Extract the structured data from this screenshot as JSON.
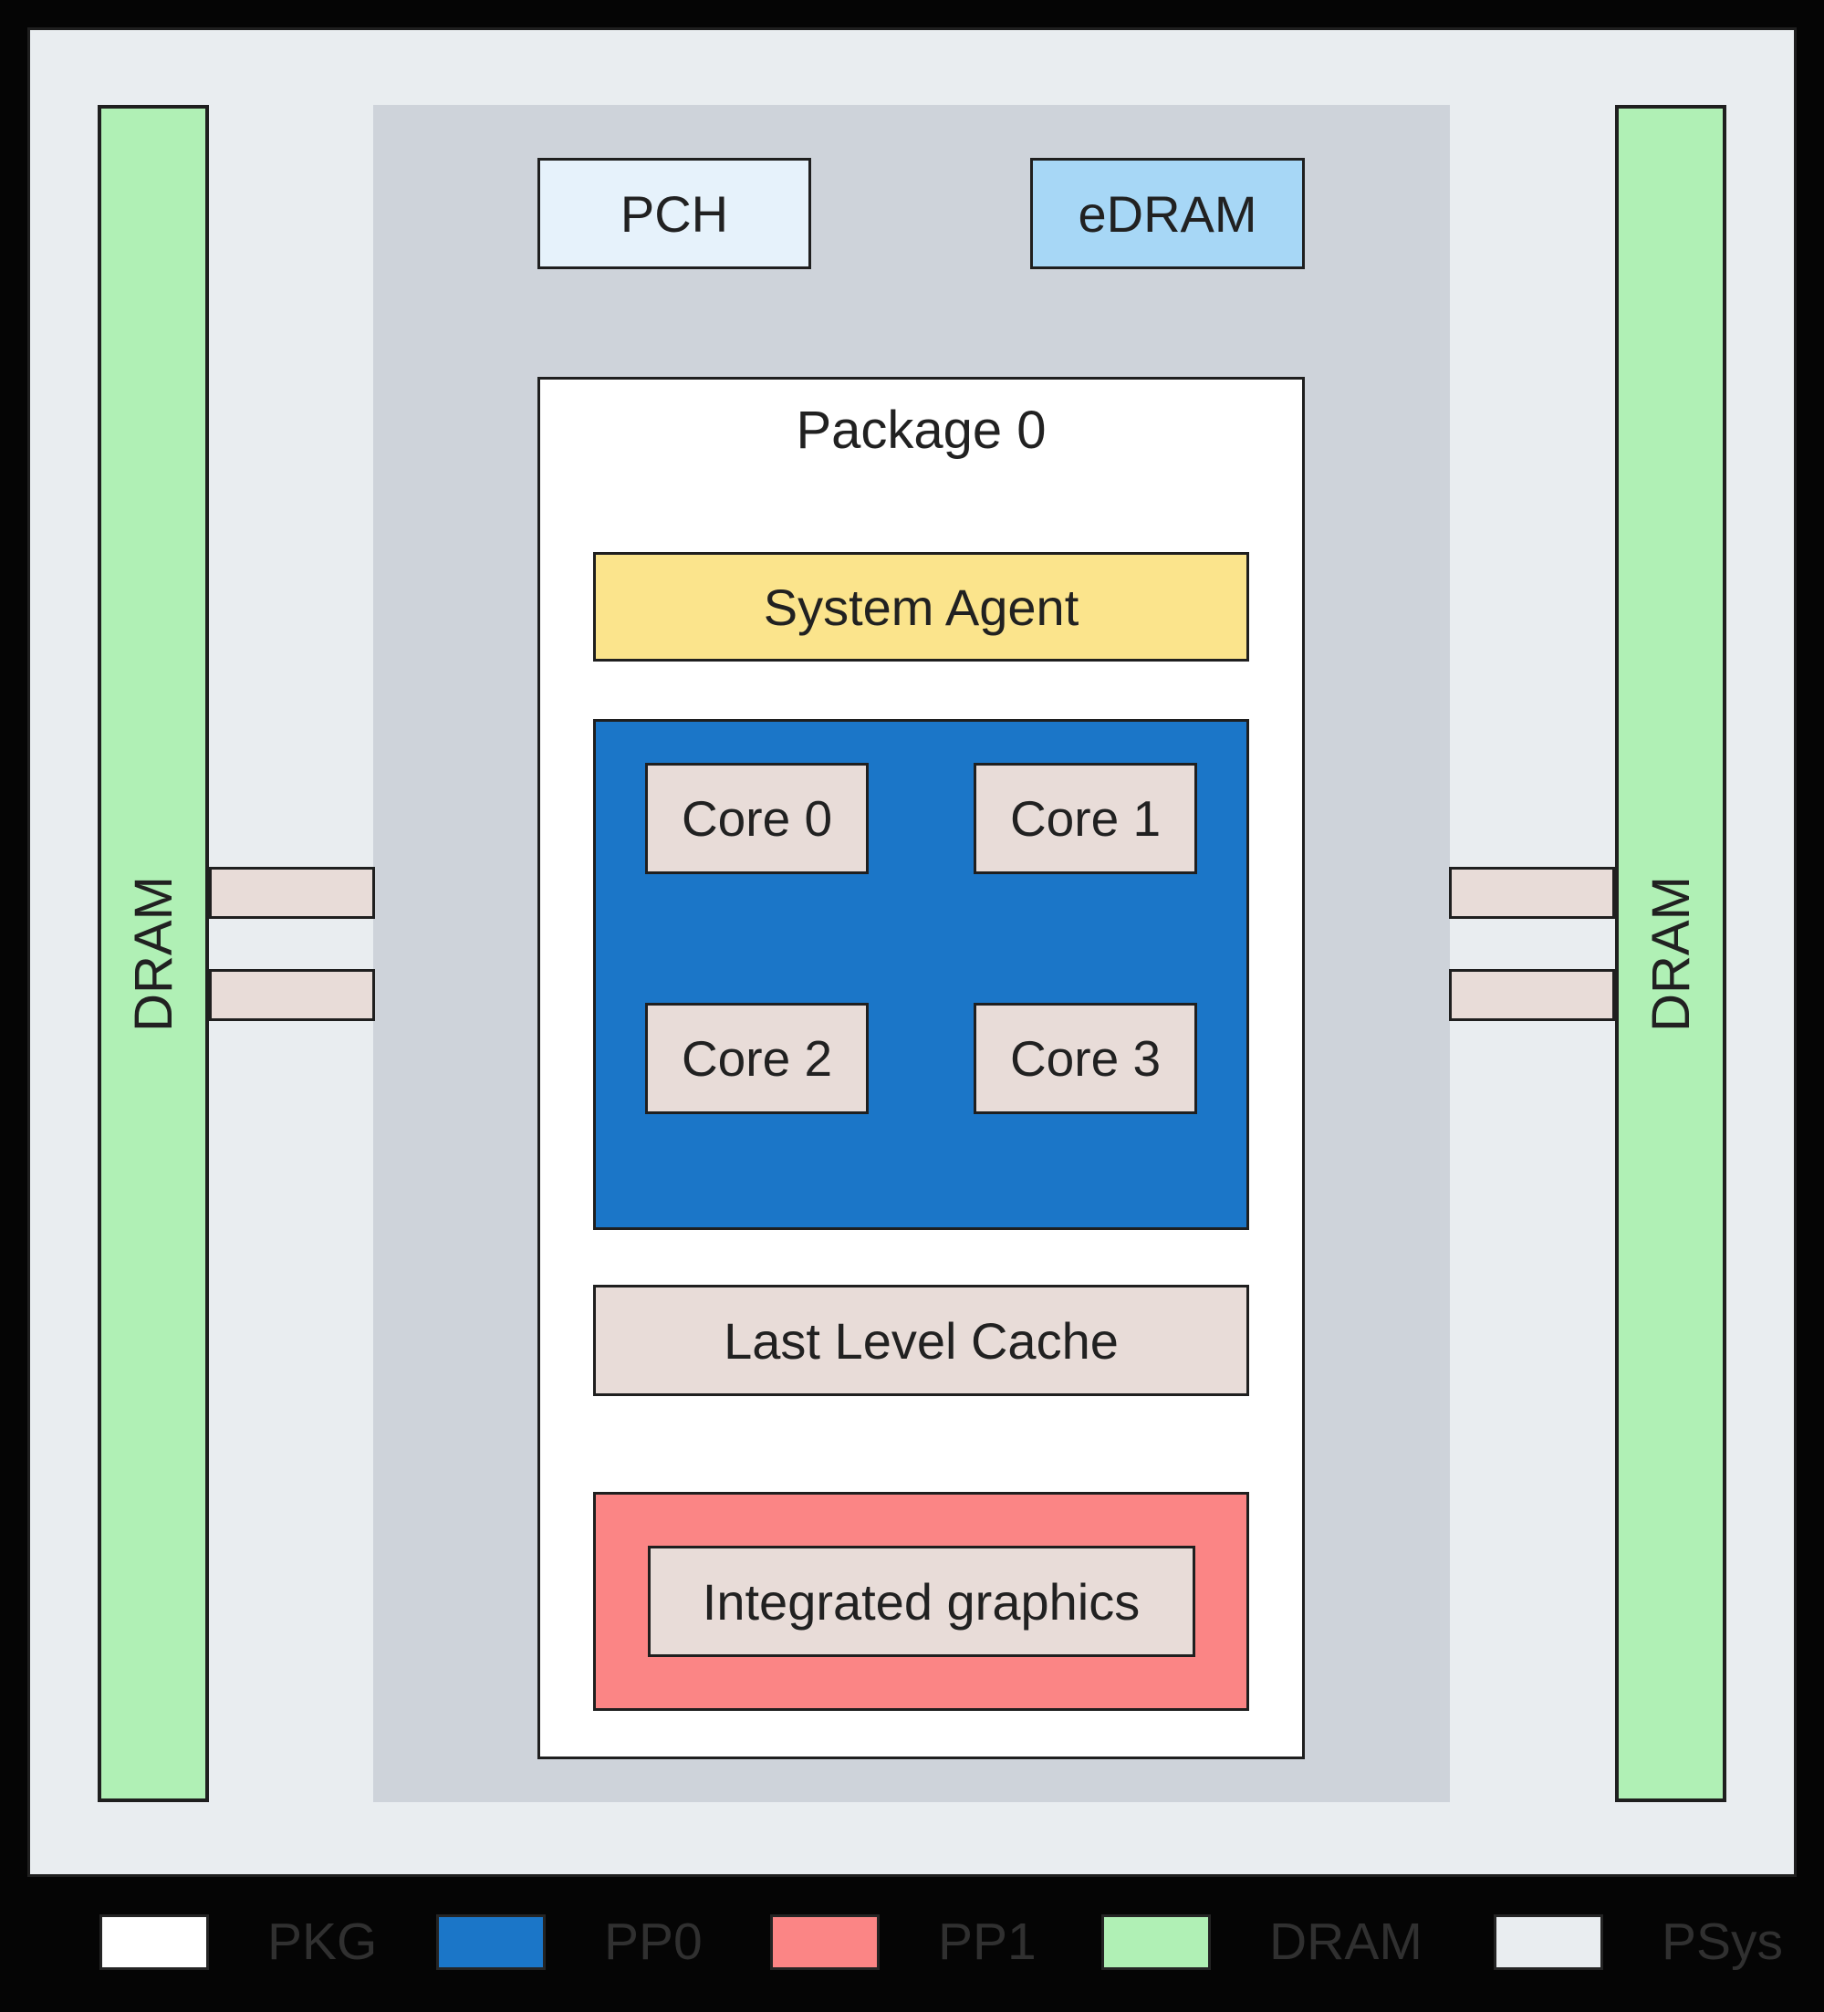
{
  "colors": {
    "pkg": "#ffffff",
    "pp0": "#1b76c8",
    "pp1": "#fb8585",
    "dram": "#b0f0b5",
    "psys": "#e9edf0",
    "platform": "#ced3da",
    "component": "#e8dcd8",
    "system_agent": "#fbe48c",
    "edram": "#a7d7f6",
    "pch": "#e6f2fb"
  },
  "diagram": {
    "pch_label": "PCH",
    "edram_label": "eDRAM",
    "dram_left_label": "DRAM",
    "dram_right_label": "DRAM",
    "package": {
      "title": "Package 0",
      "system_agent_label": "System Agent",
      "cores": [
        {
          "label": "Core 0"
        },
        {
          "label": "Core 1"
        },
        {
          "label": "Core 2"
        },
        {
          "label": "Core 3"
        }
      ],
      "llc_label": "Last Level Cache",
      "integrated_graphics_label": "Integrated graphics"
    }
  },
  "legend": {
    "items": [
      {
        "label": "PKG",
        "color": "#ffffff"
      },
      {
        "label": "PP0",
        "color": "#1b76c8"
      },
      {
        "label": "PP1",
        "color": "#fb8585"
      },
      {
        "label": "DRAM",
        "color": "#b0f0b5"
      },
      {
        "label": "PSys",
        "color": "#e9edf0"
      }
    ]
  }
}
